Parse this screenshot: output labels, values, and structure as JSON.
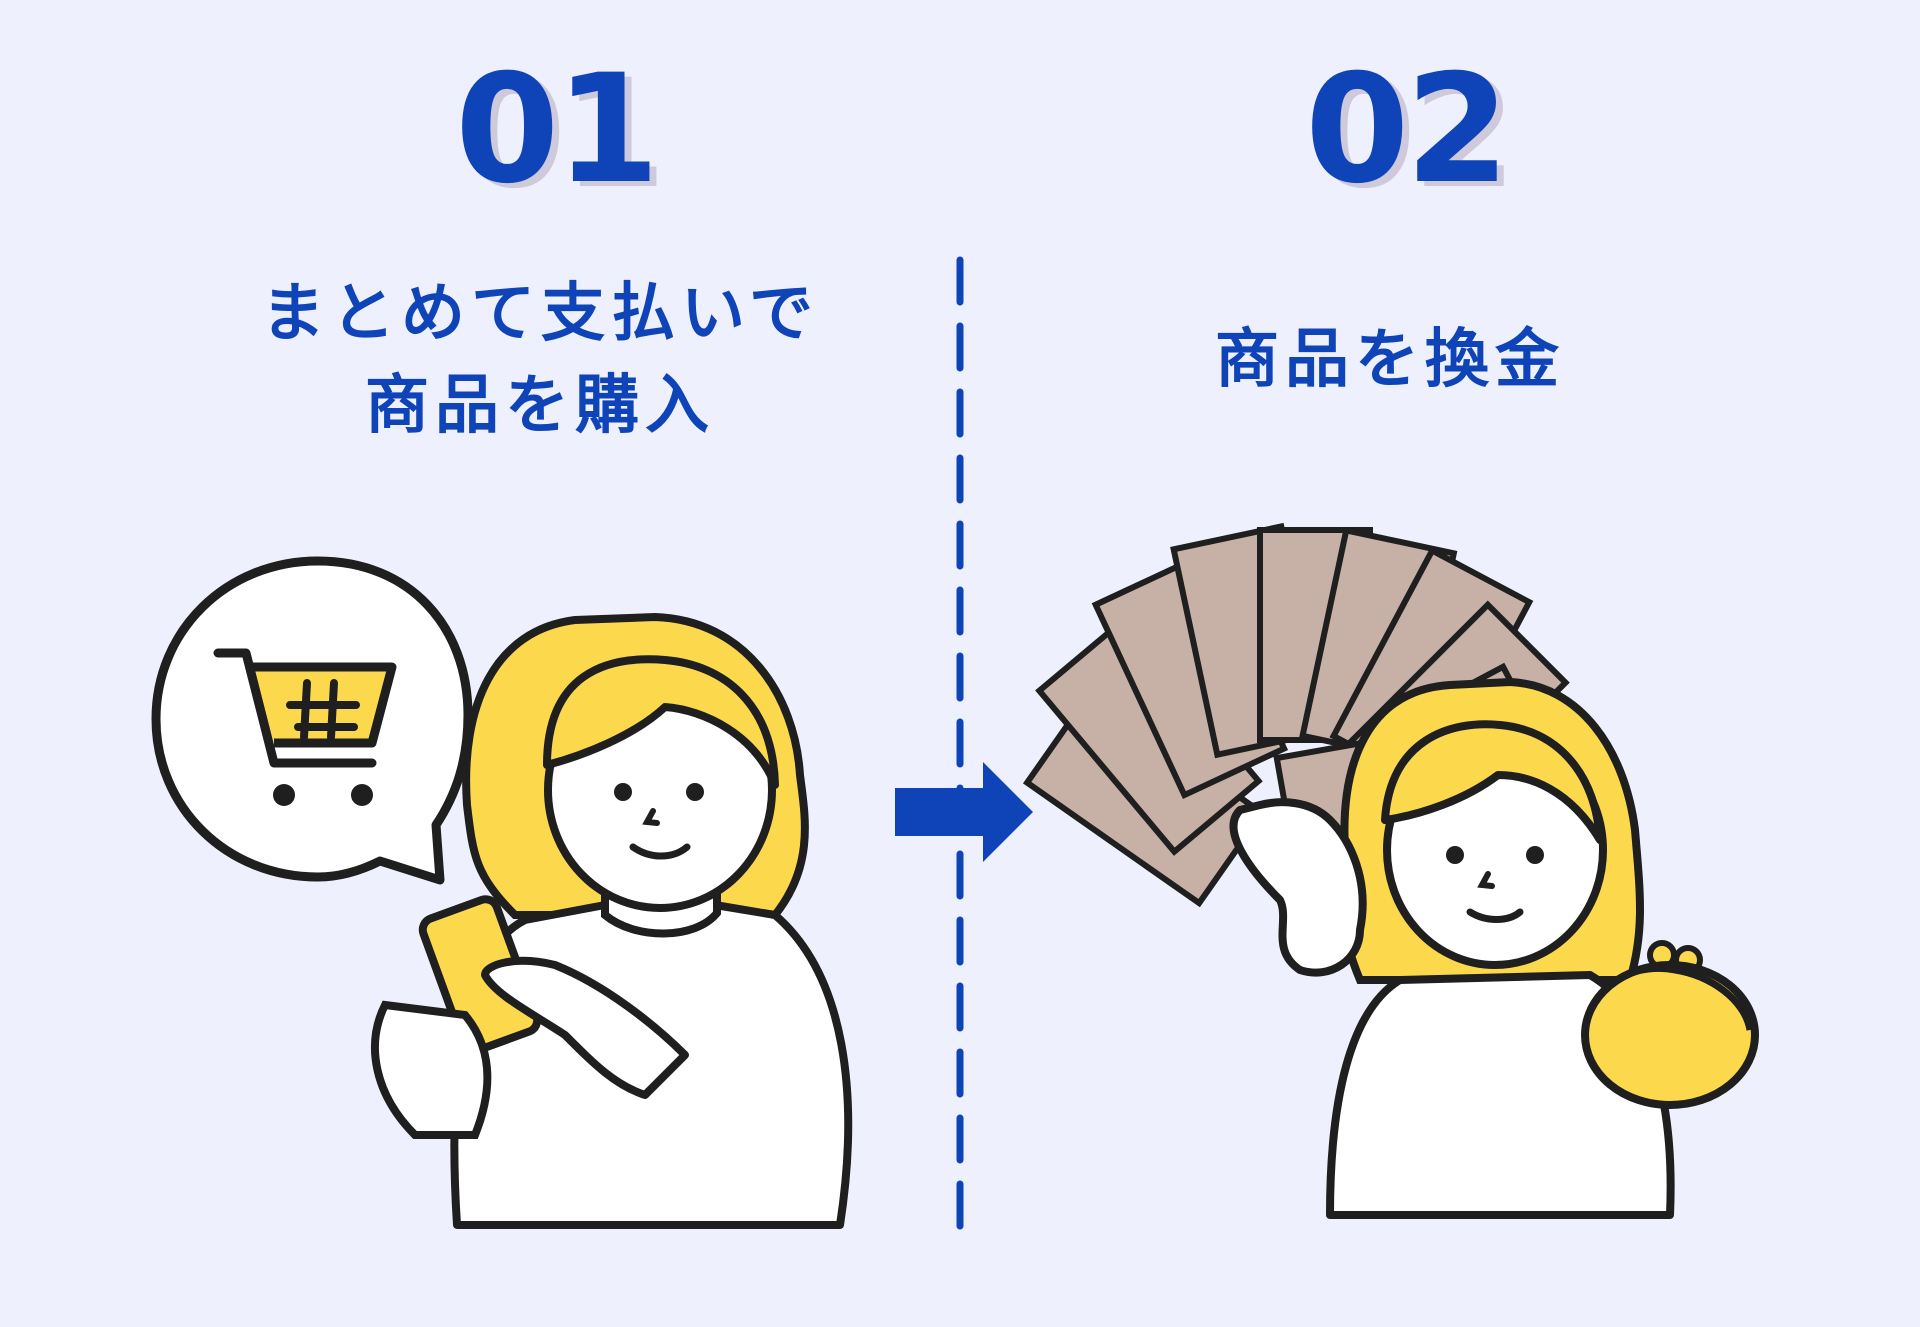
{
  "steps": [
    {
      "number": "01",
      "title_line1": "まとめて支払いで",
      "title_line2": "商品を購入"
    },
    {
      "number": "02",
      "title_line1": "商品を換金"
    }
  ],
  "colors": {
    "accent": "#0f44b8",
    "background": "#eef1fd",
    "hair": "#fcd94c",
    "money": "#c7b1a6"
  },
  "icons": [
    "cart-icon",
    "arrow-right-icon",
    "smartphone-icon",
    "coin-purse-icon"
  ]
}
